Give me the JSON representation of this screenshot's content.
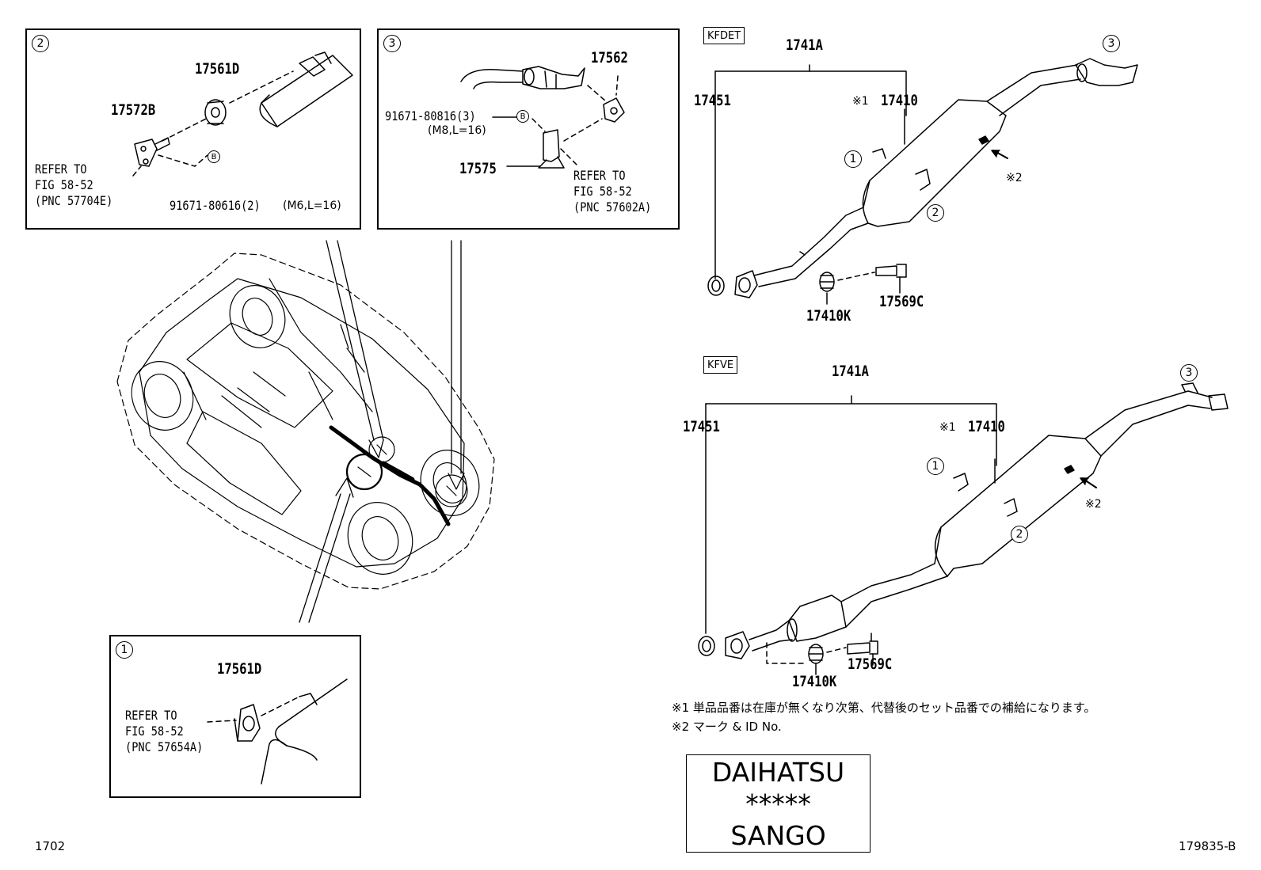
{
  "panel_1": {
    "index": "1",
    "part_17561D": "17561D",
    "refer": [
      "REFER TO",
      "FIG 58-52",
      "(PNC 57654A)"
    ]
  },
  "panel_2": {
    "index": "2",
    "part_17561D": "17561D",
    "part_17572B": "17572B",
    "refer": [
      "REFER TO",
      "FIG 58-52",
      "(PNC 57704E)"
    ],
    "bolt_marker": "B",
    "bolt": "91671-80616(2)",
    "bolt_spec": "(M6,L=16)"
  },
  "panel_3": {
    "index": "3",
    "part_17562": "17562",
    "bolt": "91671-80816(3)",
    "bolt_marker": "B",
    "bolt_spec": "(M8,L=16)",
    "part_17575": "17575",
    "refer": [
      "REFER TO",
      "FIG 58-52",
      "(PNC 57602A)"
    ]
  },
  "kfdet": {
    "engine_tag": "KFDET",
    "assembly": "1741A",
    "gasket": "17451",
    "note_ref": "※1",
    "pipe": "17410",
    "mark_ref": "※2",
    "spring": "17410K",
    "bolt": "17569C",
    "callout_1": "1",
    "callout_2": "2",
    "callout_3": "3"
  },
  "kfve": {
    "engine_tag": "KFVE",
    "assembly": "1741A",
    "gasket": "17451",
    "note_ref": "※1",
    "pipe": "17410",
    "mark_ref": "※2",
    "spring": "17410K",
    "bolt": "17569C",
    "callout_1": "1",
    "callout_2": "2",
    "callout_3": "3"
  },
  "notes": {
    "note1": "※1 単品品番は在庫が無くなり次第、代替後のセット品番での補給になります。",
    "note2": "※2 マーク & ID No."
  },
  "mark": [
    "DAIHATSU",
    "*****",
    "SANGO"
  ],
  "page_number": "1702",
  "figure_id": "179835-B"
}
